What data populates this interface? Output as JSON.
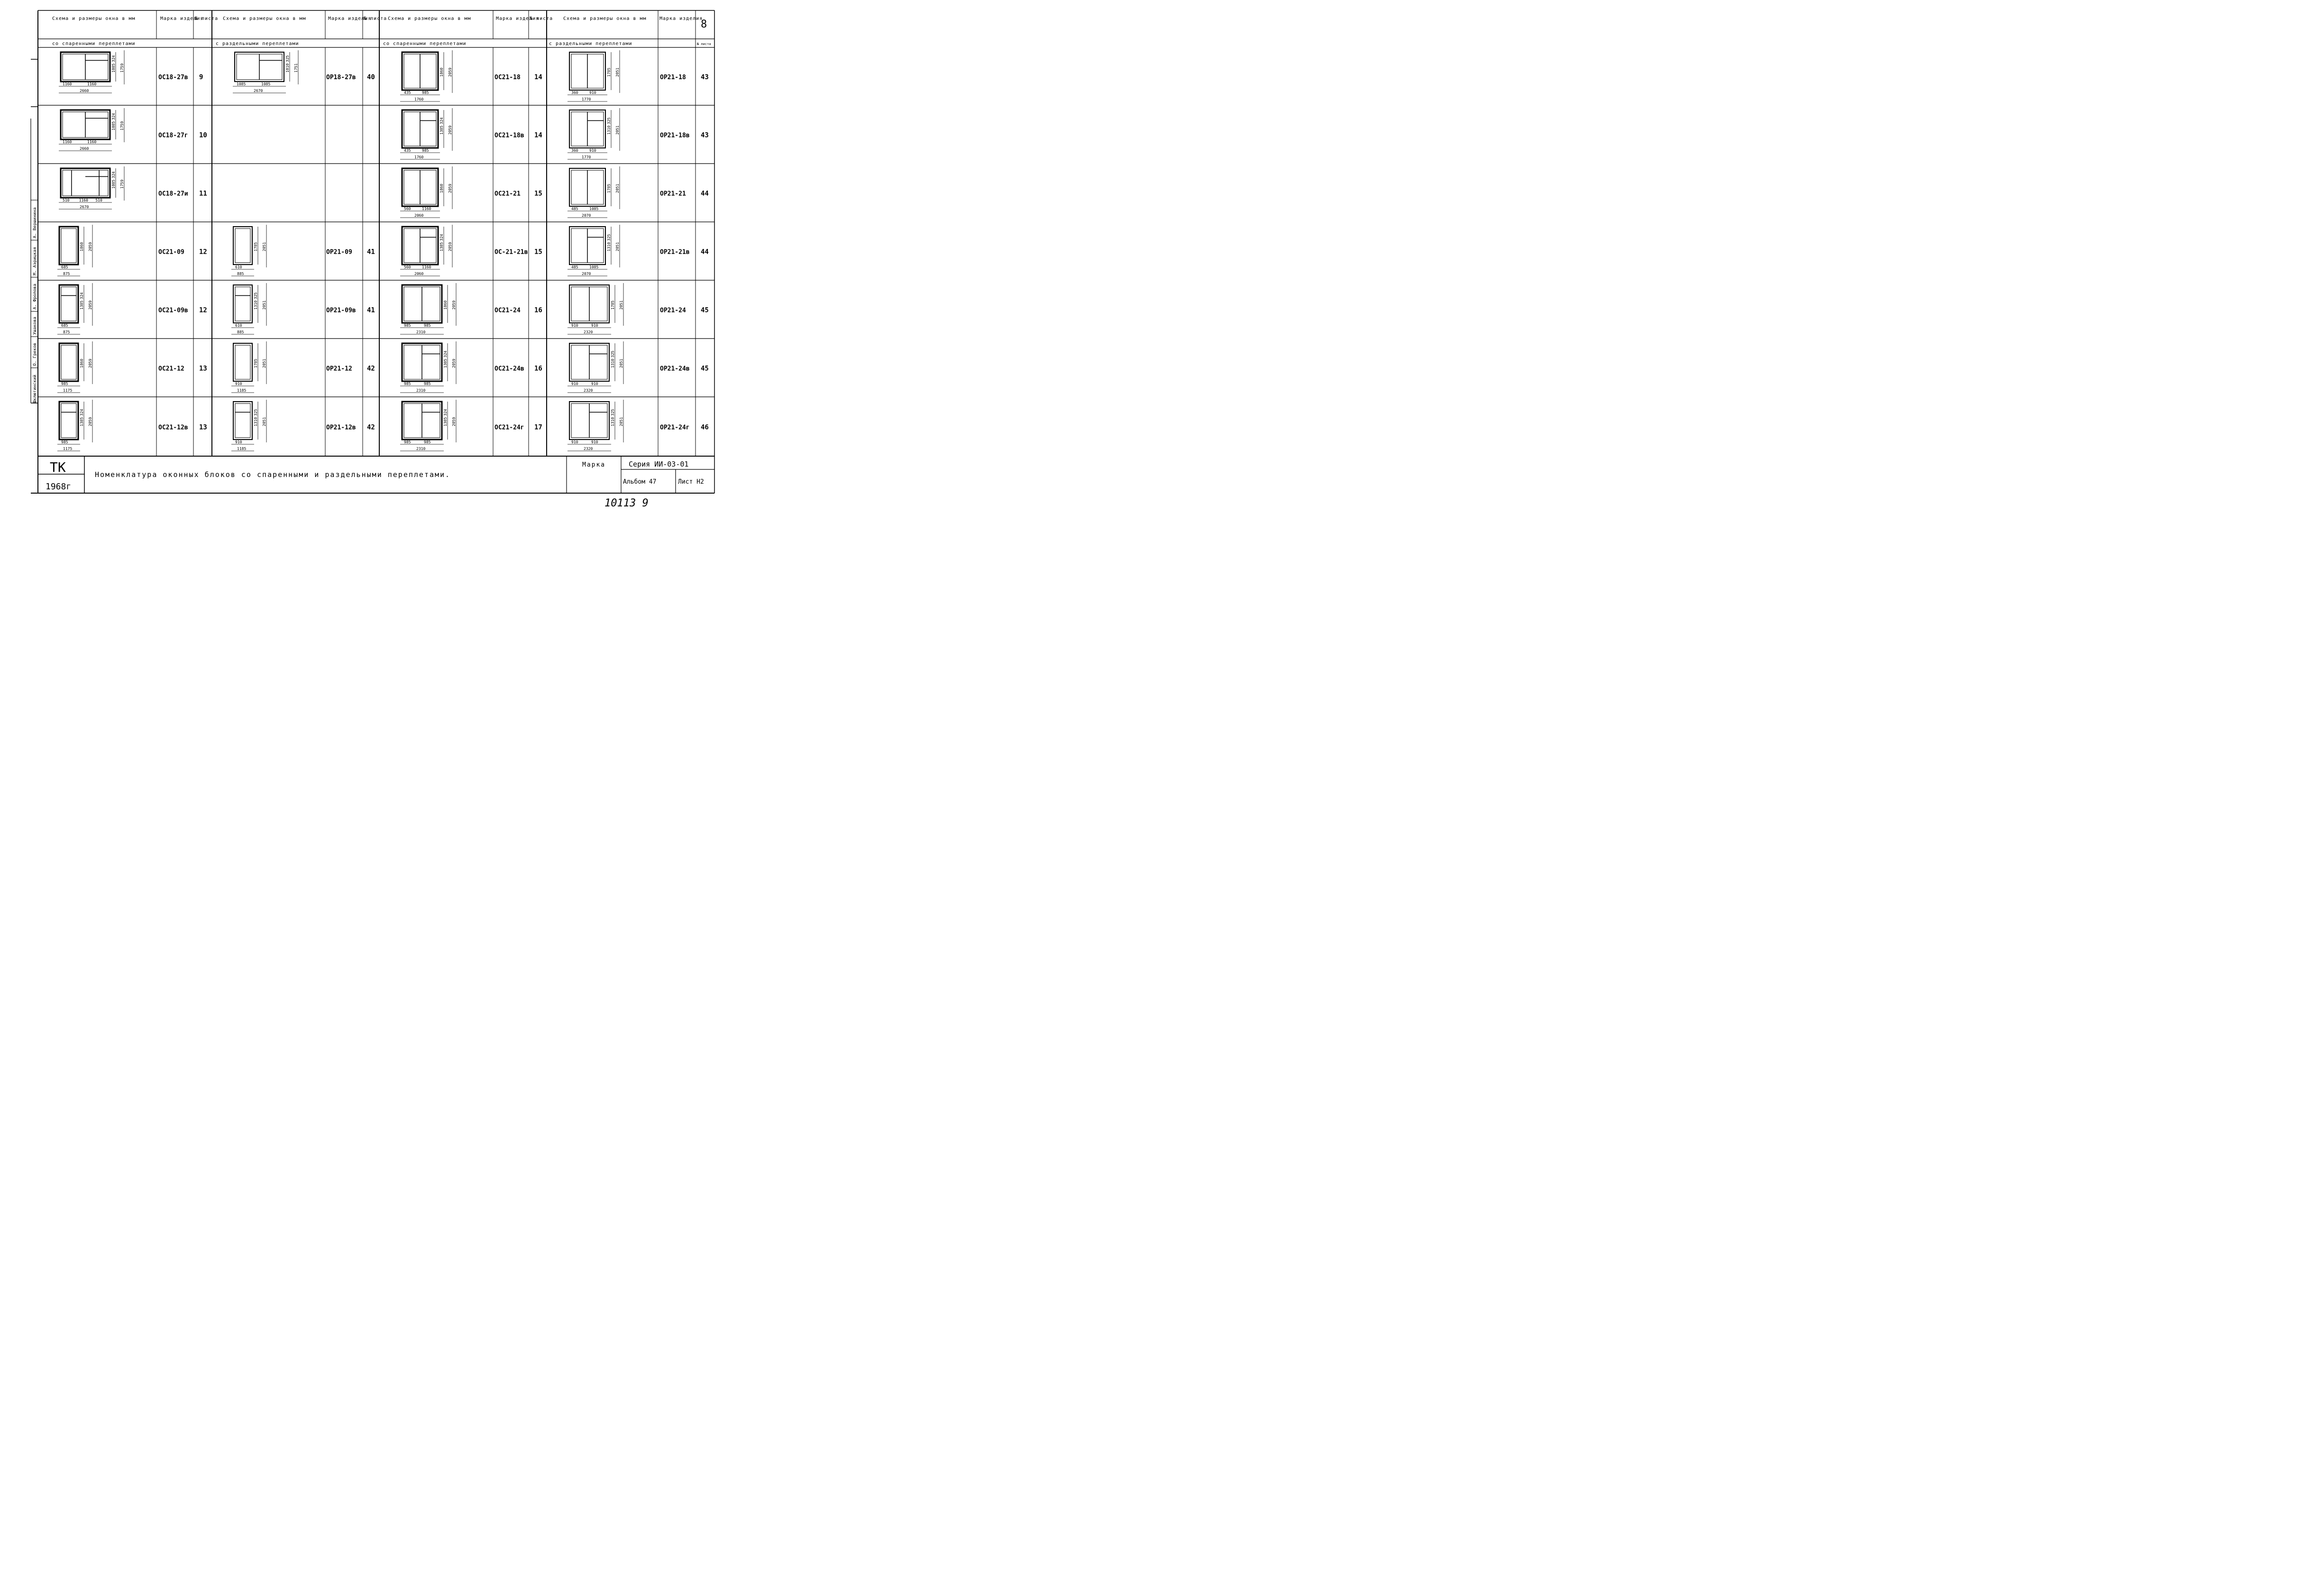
{
  "header": {
    "scheme_label": "Схема и размеры окна в мм",
    "mark_label": "Марка изделия",
    "sheet_no_label": "№ листа",
    "sheet_number": "8",
    "paired_frames": "со спаренными переплетами",
    "separate_frames": "с раздельными переплетами"
  },
  "side_stamp": [
    "Шклютинский",
    "О. Греков",
    "Ушакова",
    "А. Фролова",
    "М. Аэрицкая",
    "А. Вершинина"
  ],
  "rows": [
    {
      "c1": {
        "mark": "ОС18-27в",
        "sheet": "9",
        "widths": [
          "1160",
          "1160"
        ],
        "total_w": "2660",
        "heights": [
          "1085",
          "324"
        ],
        "total_h": "1759"
      },
      "c2": {
        "mark": "ОР18-27в",
        "sheet": "40",
        "widths": [
          "1085",
          "1085"
        ],
        "total_w": "2670",
        "heights": [
          "1010",
          "325"
        ],
        "total_h": "1751"
      },
      "c3": {
        "mark": "ОС21-18",
        "sheet": "14",
        "widths": [
          "435",
          "985"
        ],
        "total_w": "1760",
        "heights": [
          "1860"
        ],
        "total_h": "2059"
      },
      "c4": {
        "mark": "ОР21-18",
        "sheet": "43",
        "widths": [
          "360",
          "910"
        ],
        "total_w": "1770",
        "heights": [
          "1785"
        ],
        "total_h": "2051"
      }
    },
    {
      "c1": {
        "mark": "ОС18-27г",
        "sheet": "10",
        "widths": [
          "1160",
          "1160"
        ],
        "total_w": "2660",
        "heights": [
          "1085",
          "324"
        ],
        "total_h": "1759"
      },
      "c2": null,
      "c3": {
        "mark": "ОС21-18в",
        "sheet": "14",
        "widths": [
          "435",
          "985"
        ],
        "total_w": "1760",
        "heights": [
          "1385",
          "324"
        ],
        "total_h": "2059"
      },
      "c4": {
        "mark": "ОР21-18в",
        "sheet": "43",
        "widths": [
          "360",
          "910"
        ],
        "total_w": "1770",
        "heights": [
          "1310",
          "325"
        ],
        "total_h": "2051"
      }
    },
    {
      "c1": {
        "mark": "ОС18-27и",
        "sheet": "11",
        "widths": [
          "510",
          "1160",
          "510"
        ],
        "total_w": "2670",
        "heights": [
          "1085",
          "324"
        ],
        "total_h": "1759"
      },
      "c2": null,
      "c3": {
        "mark": "ОС21-21",
        "sheet": "15",
        "widths": [
          "560",
          "1160"
        ],
        "total_w": "2060",
        "heights": [
          "1860"
        ],
        "total_h": "2059"
      },
      "c4": {
        "mark": "ОР21-21",
        "sheet": "44",
        "widths": [
          "485",
          "1085"
        ],
        "total_w": "2070",
        "heights": [
          "1785"
        ],
        "total_h": "2051"
      }
    },
    {
      "c1": {
        "mark": "ОС21-09",
        "sheet": "12",
        "widths": [
          "685"
        ],
        "total_w": "875",
        "heights": [
          "1860"
        ],
        "total_h": "2059"
      },
      "c2": {
        "mark": "ОР21-09",
        "sheet": "41",
        "widths": [
          "610"
        ],
        "total_w": "885",
        "heights": [
          "1785"
        ],
        "total_h": "2051"
      },
      "c3": {
        "mark": "ОС-21-21в",
        "sheet": "15",
        "widths": [
          "560",
          "1160"
        ],
        "total_w": "2060",
        "heights": [
          "1385",
          "324"
        ],
        "total_h": "2059"
      },
      "c4": {
        "mark": "ОР21-21в",
        "sheet": "44",
        "widths": [
          "485",
          "1085"
        ],
        "total_w": "2070",
        "heights": [
          "1310",
          "325"
        ],
        "total_h": "2051"
      }
    },
    {
      "c1": {
        "mark": "ОС21-09в",
        "sheet": "12",
        "widths": [
          "685"
        ],
        "total_w": "875",
        "heights": [
          "1385",
          "324"
        ],
        "total_h": "2059"
      },
      "c2": {
        "mark": "ОР21-09в",
        "sheet": "41",
        "widths": [
          "610"
        ],
        "total_w": "885",
        "heights": [
          "1310",
          "325"
        ],
        "total_h": "2051"
      },
      "c3": {
        "mark": "ОС21-24",
        "sheet": "16",
        "widths": [
          "985",
          "985"
        ],
        "total_w": "2310",
        "heights": [
          "1860"
        ],
        "total_h": "2059"
      },
      "c4": {
        "mark": "ОР21-24",
        "sheet": "45",
        "widths": [
          "910",
          "910"
        ],
        "total_w": "2320",
        "heights": [
          "1785"
        ],
        "total_h": "2051"
      }
    },
    {
      "c1": {
        "mark": "ОС21-12",
        "sheet": "13",
        "widths": [
          "985"
        ],
        "total_w": "1175",
        "heights": [
          "1860"
        ],
        "total_h": "2059"
      },
      "c2": {
        "mark": "ОР21-12",
        "sheet": "42",
        "widths": [
          "910"
        ],
        "total_w": "1185",
        "heights": [
          "1785"
        ],
        "total_h": "2051"
      },
      "c3": {
        "mark": "ОС21-24в",
        "sheet": "16",
        "widths": [
          "985",
          "985"
        ],
        "total_w": "2310",
        "heights": [
          "1385",
          "324"
        ],
        "total_h": "2059"
      },
      "c4": {
        "mark": "ОР21-24в",
        "sheet": "45",
        "widths": [
          "910",
          "910"
        ],
        "total_w": "2320",
        "heights": [
          "1310",
          "325"
        ],
        "total_h": "2051"
      }
    },
    {
      "c1": {
        "mark": "ОС21-12в",
        "sheet": "13",
        "widths": [
          "985"
        ],
        "total_w": "1175",
        "heights": [
          "1385",
          "324"
        ],
        "total_h": "2059"
      },
      "c2": {
        "mark": "ОР21-12в",
        "sheet": "42",
        "widths": [
          "910"
        ],
        "total_w": "1185",
        "heights": [
          "1310",
          "325"
        ],
        "total_h": "2051"
      },
      "c3": {
        "mark": "ОС21-24г",
        "sheet": "17",
        "widths": [
          "985",
          "985"
        ],
        "total_w": "2310",
        "heights": [
          "1385",
          "324"
        ],
        "total_h": "2059"
      },
      "c4": {
        "mark": "ОР21-24г",
        "sheet": "46",
        "widths": [
          "910",
          "910"
        ],
        "total_w": "2320",
        "heights": [
          "1310",
          "325"
        ],
        "total_h": "2051"
      }
    }
  ],
  "footer": {
    "org": "ТК",
    "year": "1968г",
    "title": "Номенклатура оконных блоков со спаренными и раздельными переплетами.",
    "mark_label": "Марка",
    "series": "Серия ИИ-03-01",
    "album": "Альбом 47",
    "sheet": "Лист Н2",
    "stamp": "10113 9"
  }
}
